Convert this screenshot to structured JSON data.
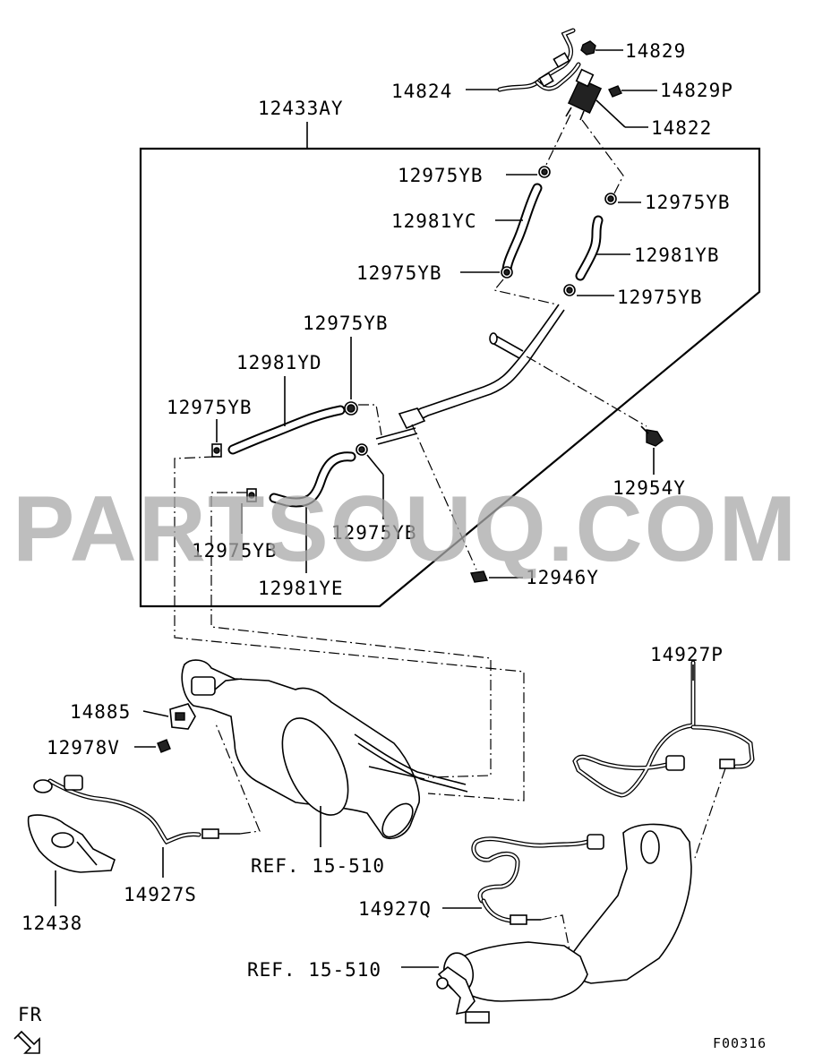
{
  "watermark": "PARTSOUQ.COM",
  "group_label": "12433AY",
  "labels": {
    "p14829": "14829",
    "p14824": "14824",
    "p14829P": "14829P",
    "p14822": "14822",
    "clampA": "12975YB",
    "clampB": "12975YB",
    "hoseYC": "12981YC",
    "hoseYB": "12981YB",
    "clampC": "12975YB",
    "clampD": "12975YB",
    "clampE": "12975YB",
    "hoseYD": "12981YD",
    "clampF": "12975YB",
    "clampG": "12975YB",
    "clampH": "12975YB",
    "hoseYE": "12981YE",
    "bolt": "12954Y",
    "clip": "12946Y",
    "sensorP": "14927P",
    "bracket": "14885",
    "screw": "12978V",
    "sensorS": "14927S",
    "ref1": "REF. 15-510",
    "sensorQ": "14927Q",
    "ref2": "REF. 15-510",
    "heatshield": "12438"
  },
  "direction_label": "FR",
  "figure_code": "F00316"
}
